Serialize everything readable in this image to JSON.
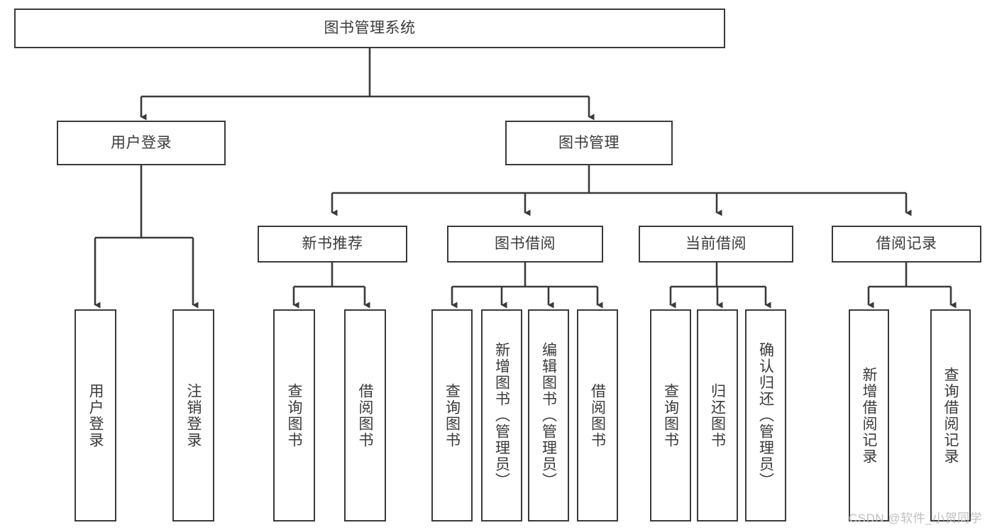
{
  "diagram": {
    "title": "图书管理系统",
    "type": "hierarchy-tree",
    "watermark": "CSDN @软件_小贺同学",
    "colors": {
      "stroke": "#3a3a3a",
      "fill": "#ffffff",
      "text": "#3a3a3a",
      "watermark": "#bfbfbf"
    },
    "root": {
      "label": "图书管理系统"
    },
    "level2": [
      {
        "label": "用户登录"
      },
      {
        "label": "图书管理"
      }
    ],
    "level3": [
      {
        "label": "新书推荐"
      },
      {
        "label": "图书借阅"
      },
      {
        "label": "当前借阅"
      },
      {
        "label": "借阅记录"
      }
    ],
    "leaves": {
      "user_login": [
        {
          "label": "用户登录"
        },
        {
          "label": "注销登录"
        }
      ],
      "new_book_recommend": [
        {
          "label": "查询图书"
        },
        {
          "label": "借阅图书"
        }
      ],
      "book_borrow": [
        {
          "label": "查询图书"
        },
        {
          "label": "新增图书（管理员）"
        },
        {
          "label": "编辑图书（管理员）"
        },
        {
          "label": "借阅图书"
        }
      ],
      "current_borrow": [
        {
          "label": "查询图书"
        },
        {
          "label": "归还图书"
        },
        {
          "label": "确认归还（管理员）"
        }
      ],
      "borrow_record": [
        {
          "label": "新增借阅记录"
        },
        {
          "label": "查询借阅记录"
        }
      ]
    }
  }
}
